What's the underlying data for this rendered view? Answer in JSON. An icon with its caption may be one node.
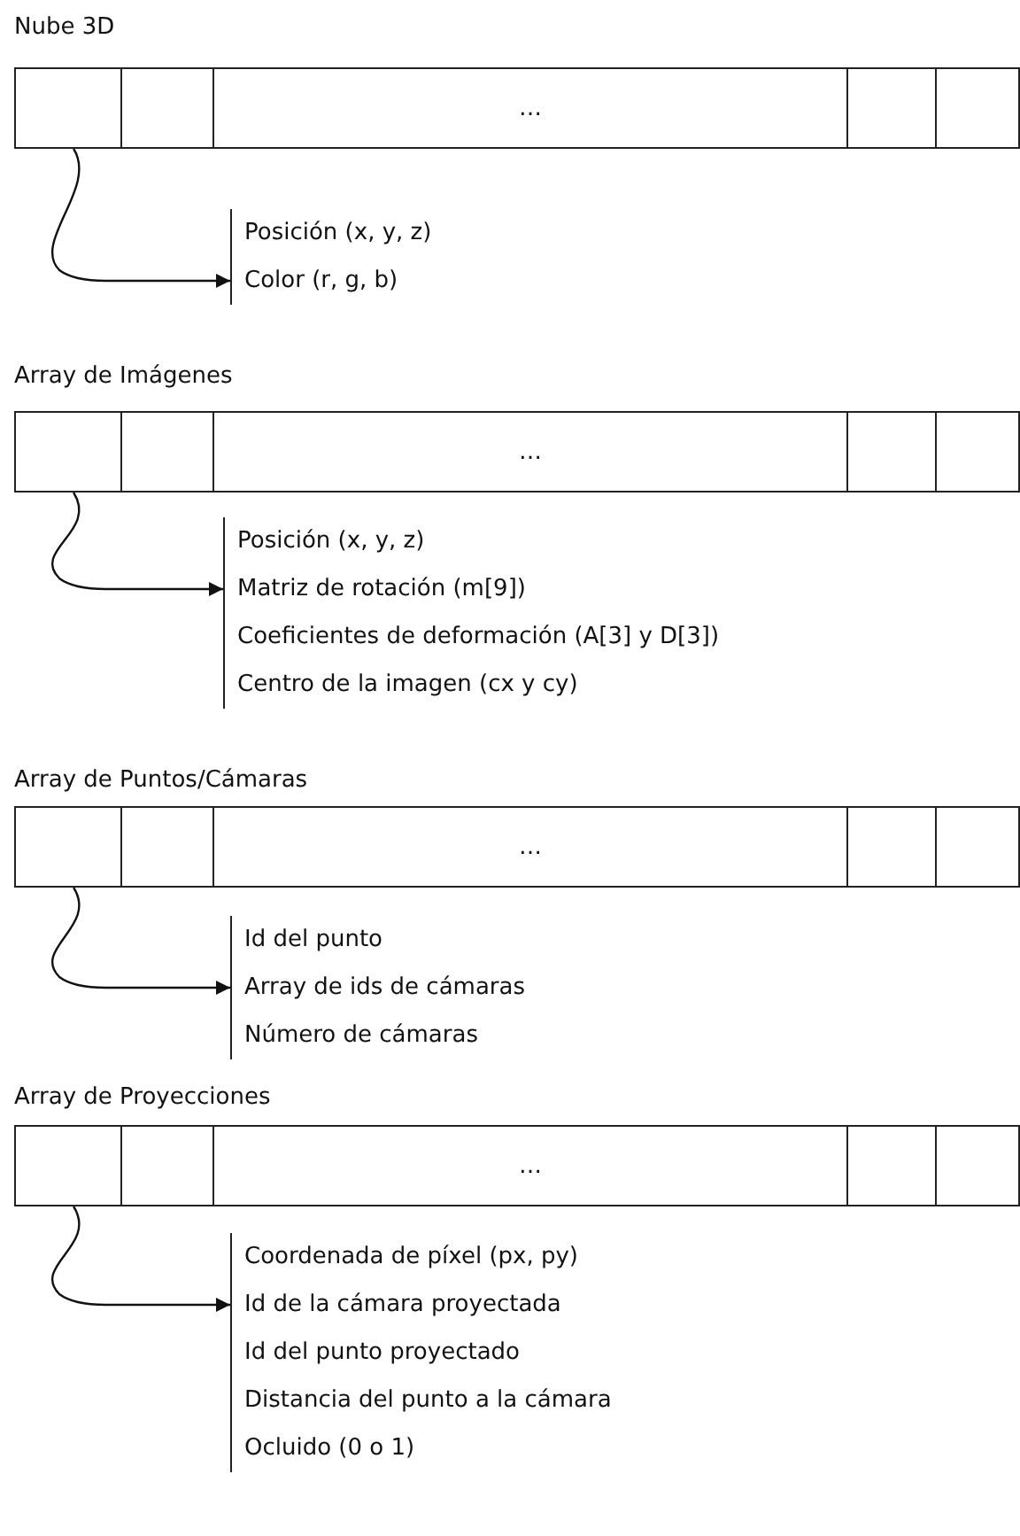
{
  "diagram": {
    "nodes": [
      {
        "text": [
          "Nube 3D"
        ]
      },
      {
        "text": [],
        "shape": "box",
        "in": 0
      },
      {
        "text": [],
        "shape": "box",
        "in": 0
      },
      {
        "text": [
          "…"
        ],
        "in": 0
      },
      {
        "text": [],
        "shape": "box",
        "in": 0
      },
      {
        "text": [],
        "shape": "box",
        "in": 0
      },
      {
        "text": [
          "Posición (x, y, z)",
          "Color (r, g, b)"
        ]
      },
      {
        "text": [
          "Array de Imágenes"
        ]
      },
      {
        "text": [],
        "shape": "box",
        "in": 7
      },
      {
        "text": [],
        "shape": "box",
        "in": 7
      },
      {
        "text": [
          "…"
        ],
        "in": 7
      },
      {
        "text": [],
        "shape": "box",
        "in": 7
      },
      {
        "text": [],
        "shape": "box",
        "in": 7
      },
      {
        "text": [
          "Posición (x, y, z)",
          "Matriz de rotación (m[9])",
          "Coeficientes de deformación (A[3] y D[3])",
          "Centro de la imagen (cx y cy)"
        ]
      },
      {
        "text": [
          "Array de Puntos/Cámaras"
        ]
      },
      {
        "text": [],
        "shape": "box",
        "in": 14
      },
      {
        "text": [],
        "shape": "box",
        "in": 14
      },
      {
        "text": [
          "…"
        ],
        "in": 14
      },
      {
        "text": [],
        "shape": "box",
        "in": 14
      },
      {
        "text": [],
        "shape": "box",
        "in": 14
      },
      {
        "text": [
          "Id del punto",
          "Array de ids de cámaras",
          "Número de cámaras"
        ]
      },
      {
        "text": [
          "Array de Proyecciones"
        ]
      },
      {
        "text": [],
        "shape": "box",
        "in": 21
      },
      {
        "text": [],
        "shape": "box",
        "in": 21
      },
      {
        "text": [
          "…"
        ],
        "in": 21
      },
      {
        "text": [],
        "shape": "box",
        "in": 21
      },
      {
        "text": [],
        "shape": "box",
        "in": 21
      },
      {
        "text": [
          "Coordenada de píxel (px, py)",
          "Id de la cámara proyectada",
          "Id del punto proyectado",
          "Distancia del punto a la cámara",
          "Ocluido (0 o 1)"
        ]
      }
    ],
    "edges": [
      {
        "from": 1,
        "to": 6,
        "arrow": "to"
      },
      {
        "from": 8,
        "to": 13,
        "arrow": "to"
      },
      {
        "from": 15,
        "to": 20,
        "arrow": "to"
      },
      {
        "from": 22,
        "to": 27,
        "arrow": "to"
      }
    ]
  }
}
